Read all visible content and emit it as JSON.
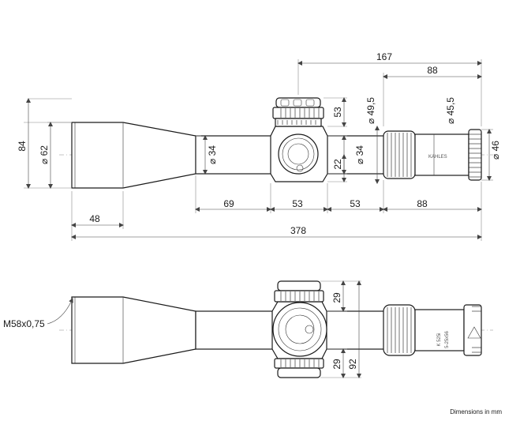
{
  "dimensions_top": {
    "total_167": "167",
    "eyepiece_88_top": "88",
    "turret_height_53": "53",
    "turret_dia_49_5": "⌀ 49,5",
    "eyepiece_dia_45_5": "⌀ 45,5",
    "ocular_dia_46": "⌀ 46",
    "objective_height_84": "84",
    "objective_dia_62": "⌀ 62",
    "tube_dia_34_left": "⌀ 34",
    "tube_dia_34_right": "⌀ 34",
    "turret_offset_22": "22",
    "segment_69": "69",
    "segment_53_a": "53",
    "segment_53_b": "53",
    "segment_88": "88",
    "objective_length_48": "48",
    "overall_length_378": "378",
    "brand_mark": "KAHLES"
  },
  "dimensions_bottom": {
    "thread": "M58x0,75",
    "turret_top_29": "29",
    "turret_bottom_29": "29",
    "turret_width_92": "92",
    "ocular_marking_1": "K 525i",
    "ocular_marking_2": "5-25x56"
  },
  "footer": {
    "units_note": "Dimensions in mm"
  }
}
